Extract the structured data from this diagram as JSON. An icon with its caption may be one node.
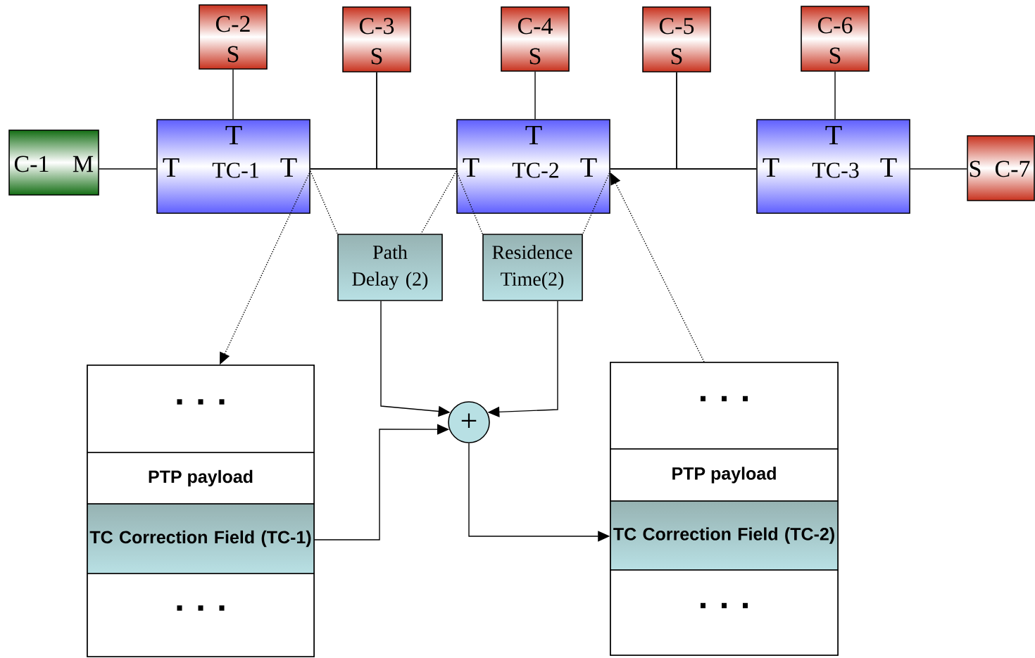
{
  "diagram": {
    "nodes": [
      {
        "text": [
          "C-2",
          "S"
        ]
      },
      {
        "text": [
          "C-3",
          "S"
        ]
      },
      {
        "text": [
          "C-4",
          "S"
        ]
      },
      {
        "text": [
          "C-5",
          "S"
        ]
      },
      {
        "text": [
          "C-6",
          "S"
        ]
      },
      {
        "text": [
          "C-1",
          "M"
        ]
      },
      {
        "text": [
          "T",
          "T",
          "TC-1",
          "T"
        ]
      },
      {
        "text": [
          "T",
          "T",
          "TC-2",
          "T"
        ]
      },
      {
        "text": [
          "T",
          "T",
          "TC-3",
          "T"
        ]
      },
      {
        "text": [
          "S",
          "C-7"
        ]
      },
      {
        "text": [
          "Path Delay (2)"
        ]
      },
      {
        "text": [
          "Residence Time(2)"
        ]
      },
      {
        "text": [
          "+"
        ]
      },
      {
        "text": [],
        "shape": "box"
      },
      {
        "text": [
          "..."
        ],
        "in": 13
      },
      {
        "text": [
          "PTP payload"
        ],
        "in": 13
      },
      {
        "text": [
          "TC Correction Field (TC-1)"
        ],
        "in": 13
      },
      {
        "text": [
          "..."
        ],
        "in": 13
      },
      {
        "text": [],
        "shape": "box"
      },
      {
        "text": [
          "..."
        ],
        "in": 18
      },
      {
        "text": [
          "PTP payload"
        ],
        "in": 18
      },
      {
        "text": [
          "TC Correction Field (TC-2)"
        ],
        "in": 18
      },
      {
        "text": [
          "..."
        ],
        "in": 18
      }
    ],
    "edges": [
      {
        "from": 5,
        "to": 6,
        "arrow": "none"
      },
      {
        "from": 0,
        "to": 6,
        "arrow": "none"
      },
      {
        "from": 6,
        "to": 7,
        "arrow": "none"
      },
      {
        "from": 1,
        "to": 6,
        "arrow": "none"
      },
      {
        "from": 1,
        "to": 7,
        "arrow": "none"
      },
      {
        "from": 2,
        "to": 7,
        "arrow": "none"
      },
      {
        "from": 7,
        "to": 8,
        "arrow": "none"
      },
      {
        "from": 3,
        "to": 7,
        "arrow": "none"
      },
      {
        "from": 3,
        "to": 8,
        "arrow": "none"
      },
      {
        "from": 4,
        "to": 8,
        "arrow": "none"
      },
      {
        "from": 8,
        "to": 9,
        "arrow": "none"
      },
      {
        "from": 6,
        "to": 13,
        "arrow": "to",
        "style": "dashed"
      },
      {
        "from": 6,
        "to": 10,
        "arrow": "none",
        "style": "dashed"
      },
      {
        "from": 7,
        "to": 10,
        "arrow": "none",
        "style": "dashed"
      },
      {
        "from": 7,
        "to": 11,
        "arrow": "none",
        "style": "dashed"
      },
      {
        "from": 7,
        "to": 11,
        "arrow": "none",
        "style": "dashed"
      },
      {
        "from": 18,
        "to": 7,
        "arrow": "to",
        "style": "dashed"
      },
      {
        "from": 10,
        "to": 12,
        "arrow": "to"
      },
      {
        "from": 11,
        "to": 12,
        "arrow": "to"
      },
      {
        "from": 16,
        "to": 12,
        "arrow": "to"
      },
      {
        "from": 12,
        "to": 21,
        "arrow": "to"
      }
    ]
  }
}
